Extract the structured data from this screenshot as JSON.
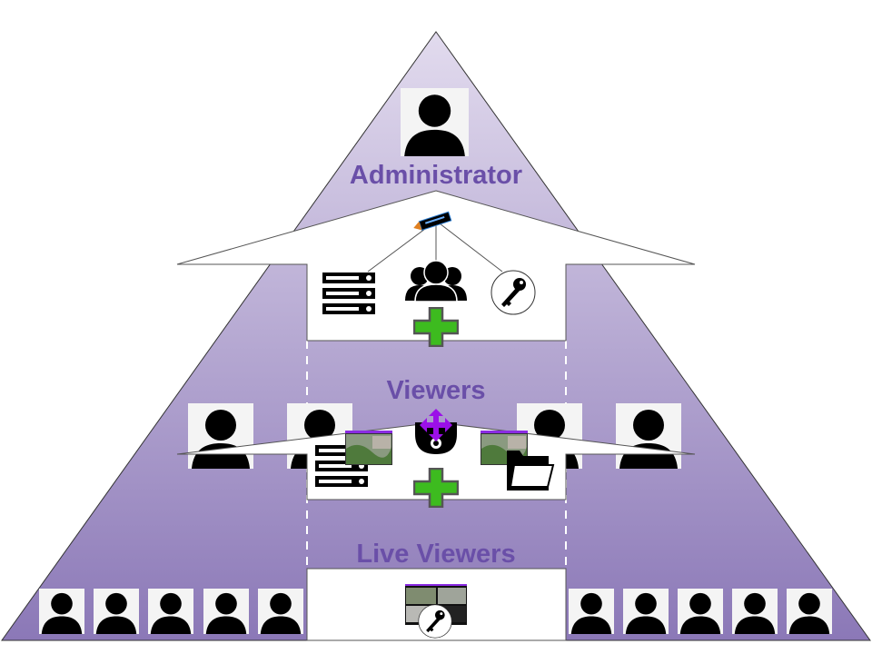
{
  "tiers": {
    "administrator": {
      "label": "Administrator"
    },
    "viewers": {
      "label": "Viewers"
    },
    "live_viewers": {
      "label": "Live Viewers"
    }
  },
  "colors": {
    "pyramid_top": "#ddd5ea",
    "pyramid_bottom": "#8b78b7",
    "label": "#6a4fa8",
    "plus": "#3dbb1f",
    "move_arrow": "#9b10e8"
  }
}
